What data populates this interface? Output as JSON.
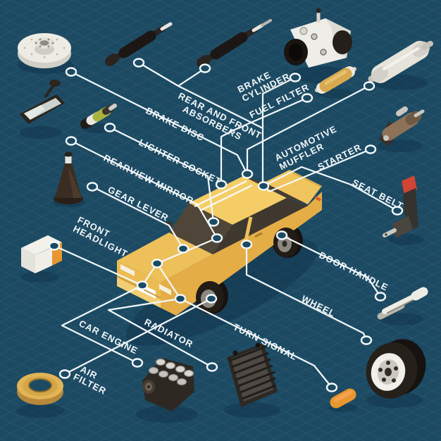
{
  "title": "Car parts isometric flowchart",
  "colors": {
    "background": "#1c4a63",
    "line": "#f3f8fa",
    "car_body": "#eec05a",
    "accent_orange": "#e8962f"
  },
  "labels": {
    "rear_front_absorbers": {
      "line1": "REAR AND FRONT",
      "line2": "ABSORBERS"
    },
    "brake_cylinder": {
      "line1": "BRAKE",
      "line2": "CYLINDER"
    },
    "fuel_filter": {
      "line1": "FUEL FILTER"
    },
    "brake_disc": {
      "line1": "BRAKE DISC"
    },
    "lighter_socket": {
      "line1": "LIGHTER SOCKET"
    },
    "rearview_mirror": {
      "line1": "REARVIEW MIRROR"
    },
    "gear_lever": {
      "line1": "GEAR LEVER"
    },
    "automotive_muffler": {
      "line1": "AUTOMOTIVE",
      "line2": "MUFFLER"
    },
    "starter": {
      "line1": "STARTER"
    },
    "seat_belt": {
      "line1": "SEAT BELT"
    },
    "door_handle": {
      "line1": "DOOR HANDLE"
    },
    "wheel": {
      "line1": "WHEEL"
    },
    "turn_signal": {
      "line1": "TURN SIGNAL"
    },
    "front_headlight": {
      "line1": "FRONT",
      "line2": "HEADLIGHT"
    },
    "car_engine": {
      "line1": "CAR ENGINE"
    },
    "radiator": {
      "line1": "RADIATOR"
    },
    "air_filter": {
      "line1": "AIR",
      "line2": "FILTER"
    }
  },
  "parts": [
    "brake-disc",
    "shock-absorber-rear",
    "shock-absorber-front",
    "brake-cylinder",
    "fuel-filter",
    "automotive-muffler",
    "starter",
    "lighter-socket",
    "rearview-mirror",
    "gear-lever",
    "front-headlight",
    "seat-belt",
    "door-handle",
    "wheel",
    "turn-signal",
    "radiator",
    "car-engine",
    "air-filter",
    "car"
  ]
}
